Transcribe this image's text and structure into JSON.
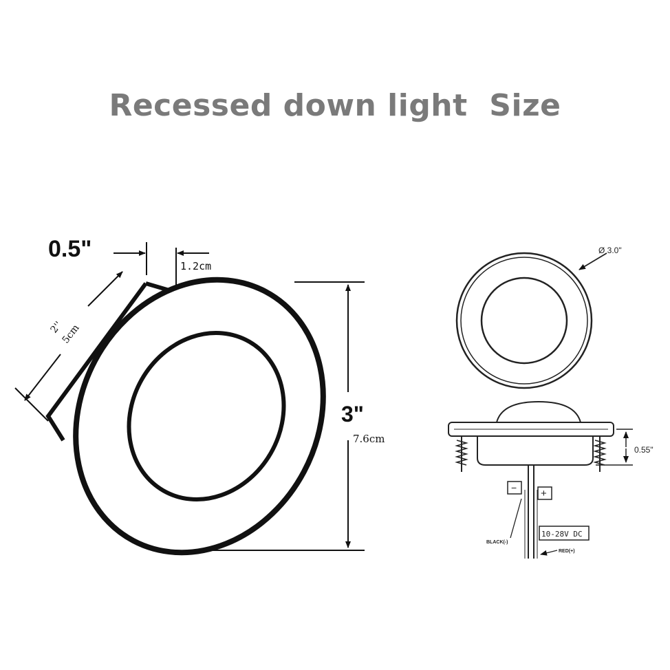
{
  "title": "Recessed down light  Size",
  "left_view": {
    "depth_inch": "0.5\"",
    "depth_cm": "1.2cm",
    "cutout_inch": "2''",
    "cutout_cm": "5cm",
    "diameter_inch": "3\"",
    "diameter_cm": "7.6cm"
  },
  "right_view": {
    "diameter": "Ø 3.0\"",
    "height": "0.55\"",
    "minus_sign": "−",
    "plus_sign": "+",
    "voltage": "10-28V DC",
    "black_wire": "BLACK(-)",
    "red_wire": "RED(+)"
  },
  "colors": {
    "title": "#7a7a7a",
    "line": "#111111"
  }
}
